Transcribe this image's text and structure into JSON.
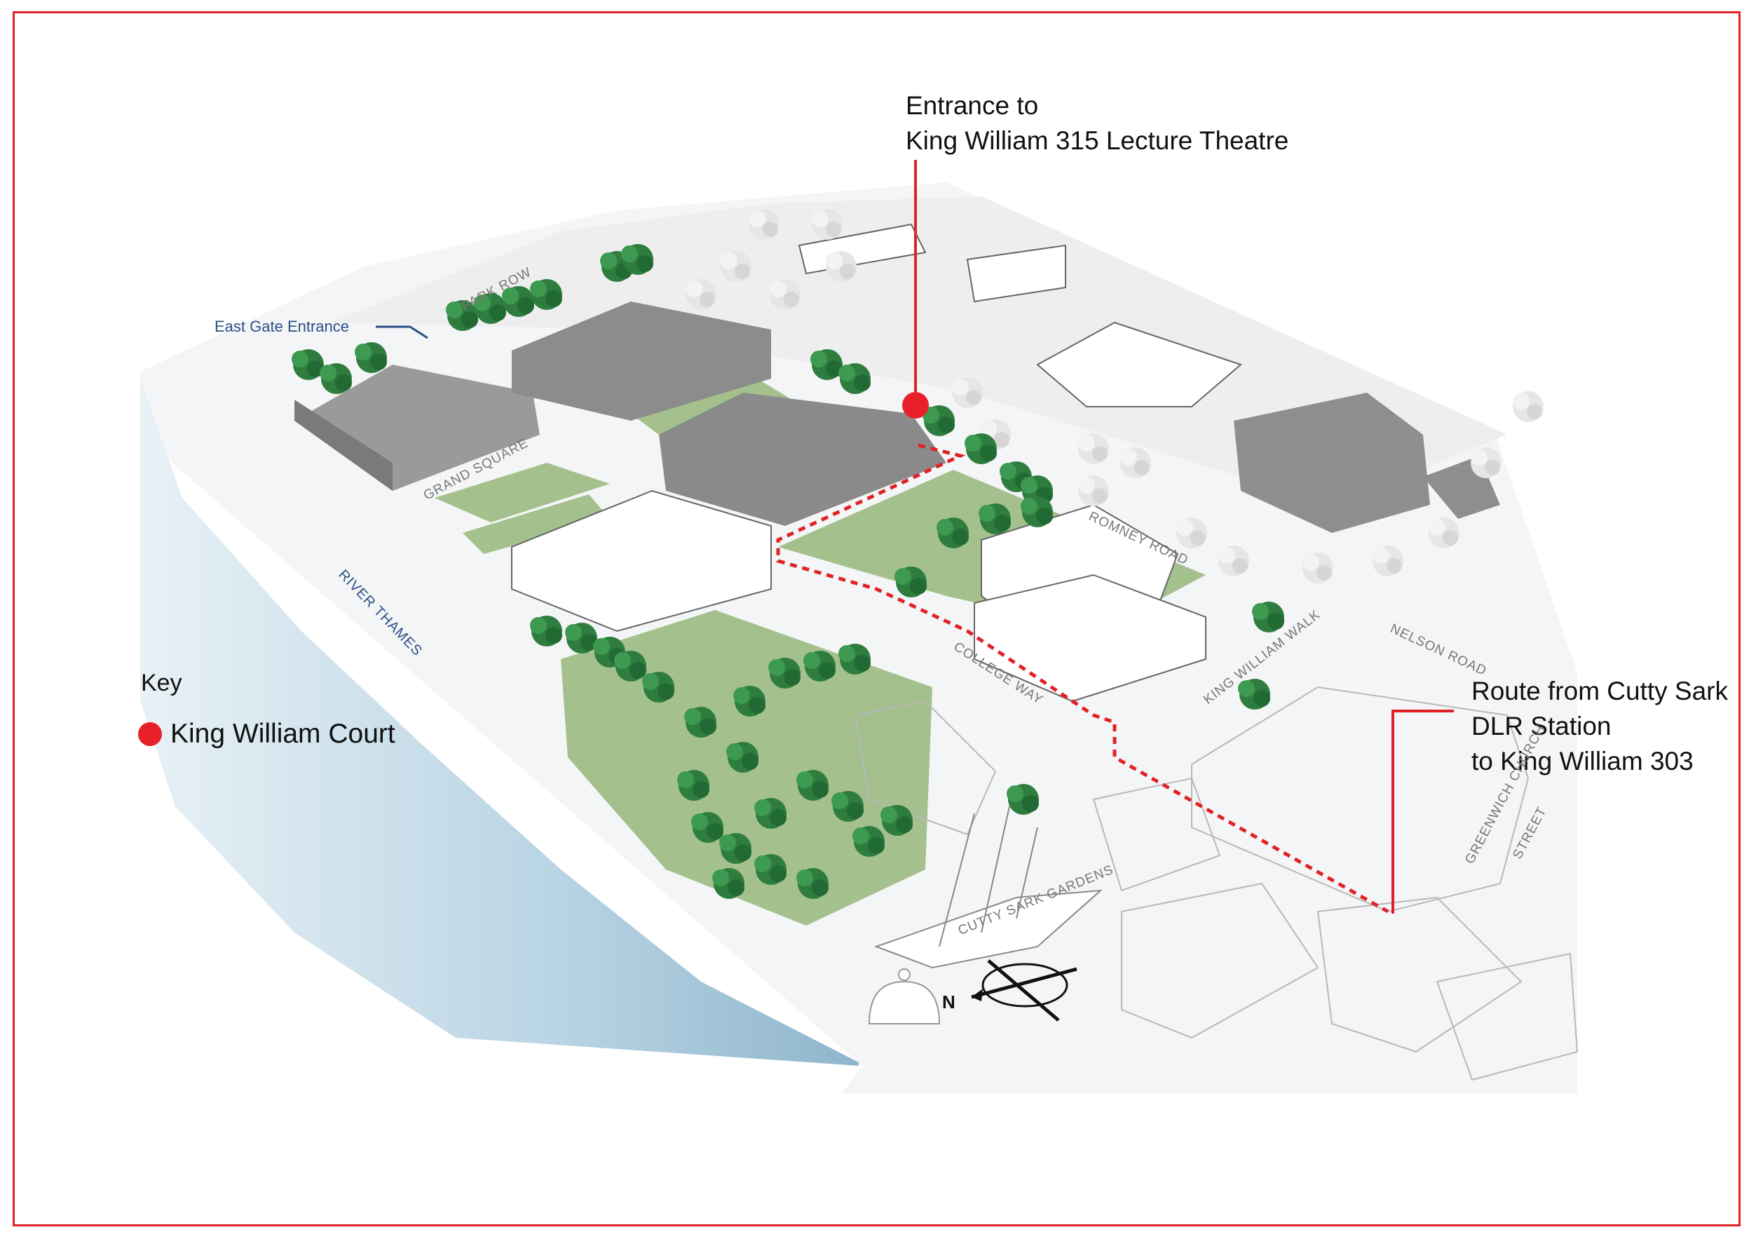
{
  "callouts": {
    "entrance": [
      "Entrance to",
      "King William 315 Lecture Theatre"
    ],
    "route": [
      "Route from Cutty Sark",
      "DLR Station",
      "to King William 303"
    ]
  },
  "key": {
    "title": "Key",
    "items": [
      {
        "label": "King William Court",
        "color": "#e8202a"
      }
    ]
  },
  "streets": {
    "park_row": "PARK ROW",
    "grand_square": "GRAND SQUARE",
    "river_thames": "RIVER THAMES",
    "romney_road": "ROMNEY ROAD",
    "nelson_road": "NELSON ROAD",
    "greenwich_church_street_1": "GREENWICH CHURCH",
    "greenwich_church_street_2": "STREET",
    "college_way": "COLLEGE WAY",
    "king_william_walk": "KING WILLIAM WALK",
    "cutty_sark_gardens": "CUTTY SARK GARDENS"
  },
  "east_gate": "East Gate Entrance",
  "compass": {
    "label": "N"
  },
  "colors": {
    "frame": "#e02226",
    "route": "#e02226",
    "marker": "#e8202a",
    "lawn": "#a3c08d",
    "tree": "#2e7d3f",
    "building_grey": "#8c8c8c",
    "river": "#b7d3e3",
    "label_blue": "#2c4f86"
  }
}
